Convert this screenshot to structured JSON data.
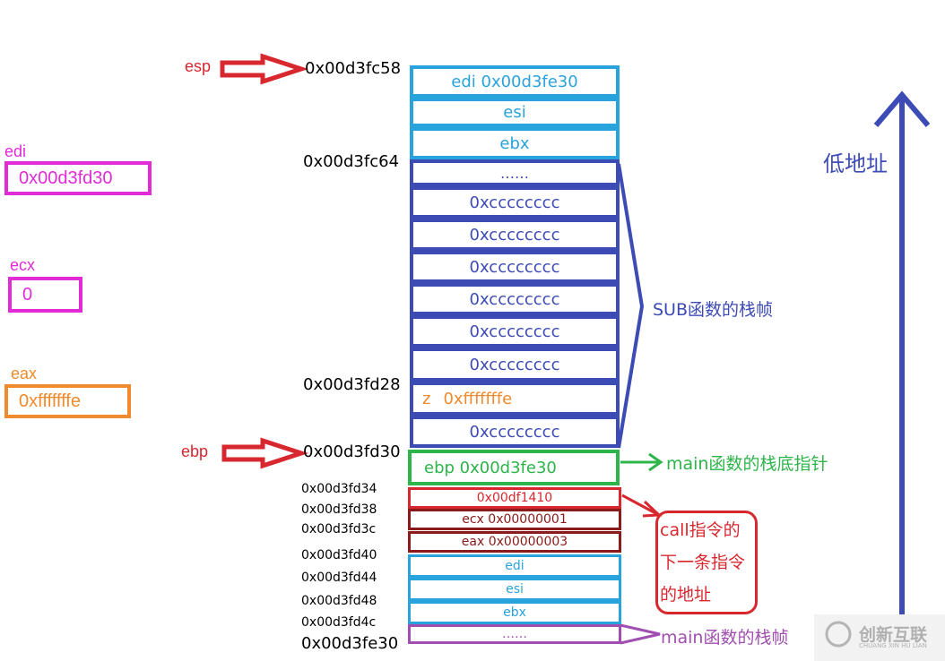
{
  "registers": {
    "esp": "esp",
    "ebp": "ebp",
    "edi": {
      "label": "edi",
      "value": "0x00d3fd30"
    },
    "ecx": {
      "label": "ecx",
      "value": "0"
    },
    "eax": {
      "label": "eax",
      "value": "0xfffffffe"
    }
  },
  "addresses": {
    "a1": "0x00d3fc58",
    "a2": "0x00d3fc64",
    "a3": "0x00d3fd28",
    "a4": "0x00d3fd30",
    "a5": "0x00d3fd34",
    "a6": "0x00d3fd38",
    "a7": "0x00d3fd3c",
    "a8": "0x00d3fd40",
    "a9": "0x00d3fd44",
    "a10": "0x00d3fd48",
    "a11": "0x00d3fd4c",
    "a12": "0x00d3fe30"
  },
  "stack": {
    "edi": "edi  0x00d3fe30",
    "esi": "esi",
    "ebx": "ebx",
    "dots1": "……",
    "cc": "0xcccccccc",
    "z_name": "z",
    "z_value": "0xfffffffe",
    "ebp": "ebp  0x00d3fe30",
    "ret": "0x00df1410",
    "ecx": "ecx  0x00000001",
    "eax": "eax  0x00000003",
    "edi2": "edi",
    "esi2": "esi",
    "ebx2": "ebx",
    "dots2": "……"
  },
  "annotations": {
    "sub_frame": "SUB函数的栈帧",
    "main_bp": "main函数的栈底指针",
    "call_next": [
      "call指令的",
      "下一条指令",
      "的地址"
    ],
    "main_frame": "main函数的栈帧",
    "low_addr": "低地址",
    "watermark": "创新互联",
    "watermark_sub": "CHUANG XIN HU LIAN"
  },
  "colors": {
    "cyan": "#29a3dc",
    "blue": "#3d4cb5",
    "green": "#2db44a",
    "red": "#d8282f",
    "darkred": "#8b1a1a",
    "magenta": "#e02bd6",
    "orange": "#ef8a2d",
    "purple": "#a04fb0"
  }
}
